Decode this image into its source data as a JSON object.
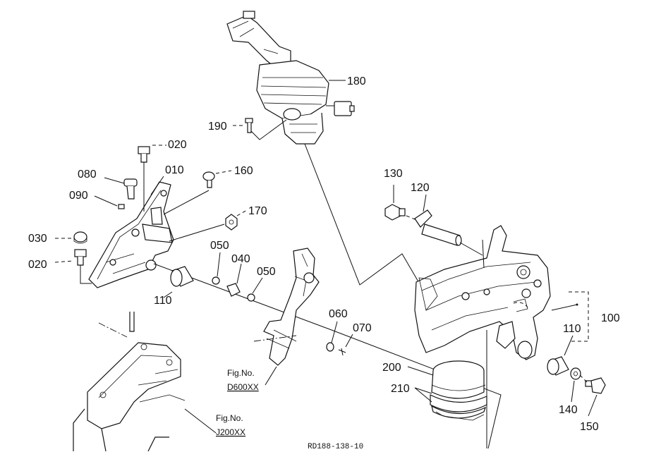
{
  "callouts": {
    "c180": "180",
    "c190": "190",
    "c020_top": "020",
    "c010": "010",
    "c080": "080",
    "c090": "090",
    "c160": "160",
    "c170": "170",
    "c030": "030",
    "c020_bottom": "020",
    "c110_left": "110",
    "c050_a": "050",
    "c040": "040",
    "c050_b": "050",
    "c060": "060",
    "c070": "070",
    "c130": "130",
    "c120": "120",
    "c100": "100",
    "c110_right": "110",
    "c200": "200",
    "c210": "210",
    "c140": "140",
    "c150": "150"
  },
  "references": {
    "ref1_caption": "Fig.No.",
    "ref1_number": "D600XX",
    "ref2_caption": "Fig.No.",
    "ref2_number": "J200XX"
  },
  "drawing_code": "RD188-138-10"
}
